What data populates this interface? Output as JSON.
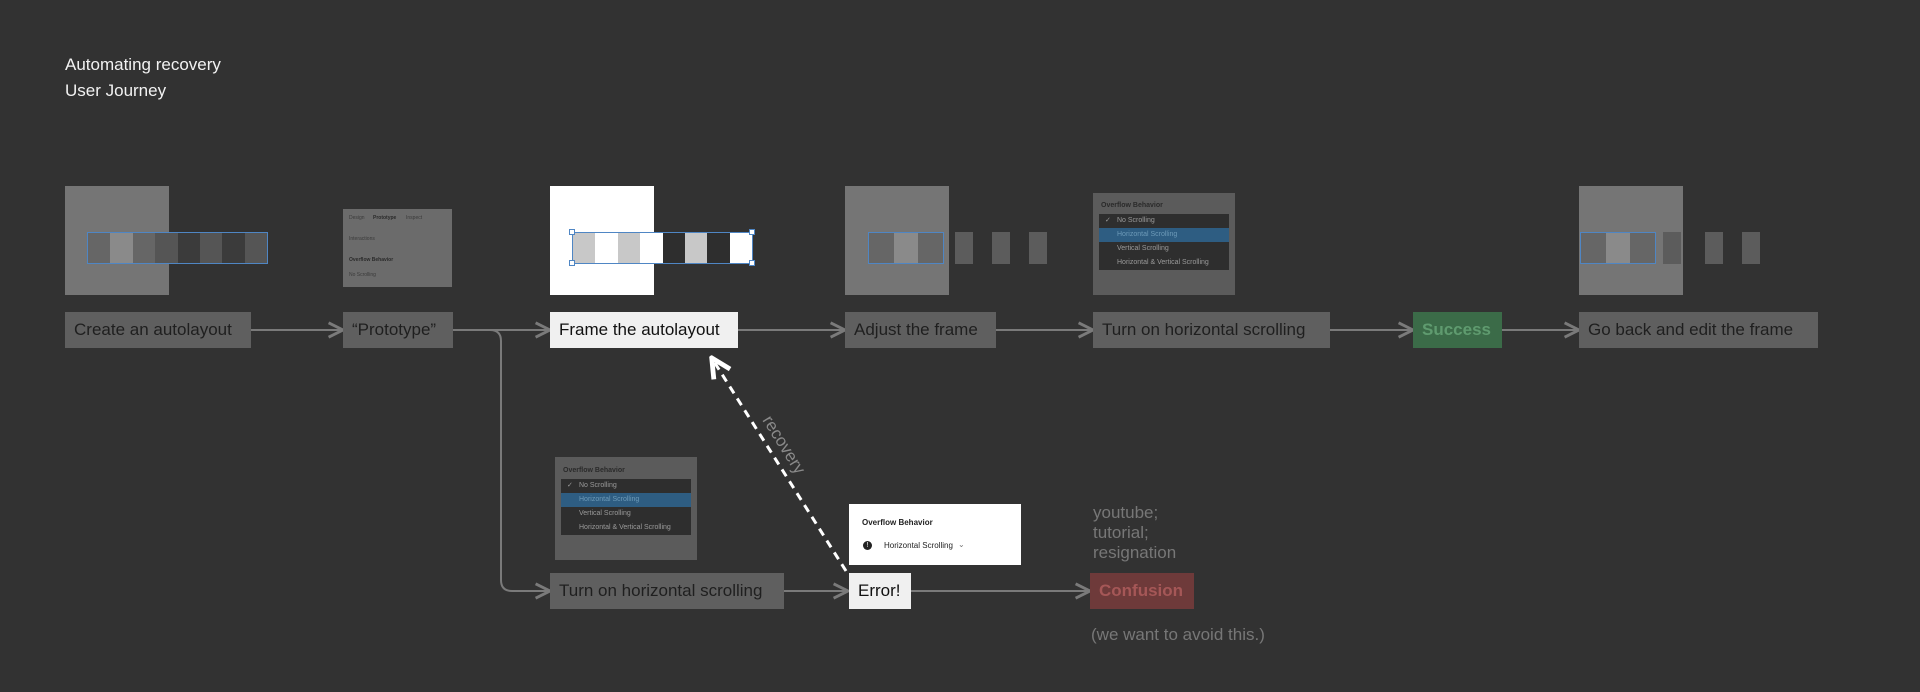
{
  "heading": {
    "line1": "Automating recovery",
    "line2": "User Journey"
  },
  "nodes": {
    "create_autolayout": "Create an autolayout",
    "prototype": "“Prototype”",
    "frame_autolayout": "Frame the autolayout",
    "adjust_frame": "Adjust the frame",
    "turn_on_scroll_top": "Turn on horizontal scrolling",
    "success": "Success",
    "go_back_edit": "Go back and edit the frame",
    "turn_on_scroll_bottom": "Turn on horizontal scrolling",
    "error": "Error!",
    "confusion": "Confusion"
  },
  "edge_labels": {
    "recovery": "recovery"
  },
  "notes": {
    "confusion_causes": [
      "youtube;",
      "tutorial;",
      "resignation"
    ],
    "avoid": "(we want to avoid this.)"
  },
  "overflow_menu": {
    "title": "Overflow Behavior",
    "options": [
      "No Scrolling",
      "Horizontal Scrolling",
      "Vertical Scrolling",
      "Horizontal & Vertical Scrolling"
    ],
    "checked": "No Scrolling",
    "highlighted": "Horizontal Scrolling"
  },
  "prototype_panel": {
    "tabs": [
      "Design",
      "Prototype",
      "Inspect"
    ],
    "row1": "Interactions",
    "section": "Overflow Behavior",
    "value": "No Scrolling"
  },
  "error_panel": {
    "title": "Overflow Behavior",
    "value": "Horizontal Scrolling"
  },
  "colors": {
    "background": "#323232",
    "dim_node": "#5f5f5f",
    "bright_node": "#f0f0f0",
    "success": "#3b6b48",
    "confusion": "#6e3a3a",
    "selection": "#4f86c4",
    "menu_highlight": "#2e5d82",
    "arrow": "#7a7a7a"
  }
}
